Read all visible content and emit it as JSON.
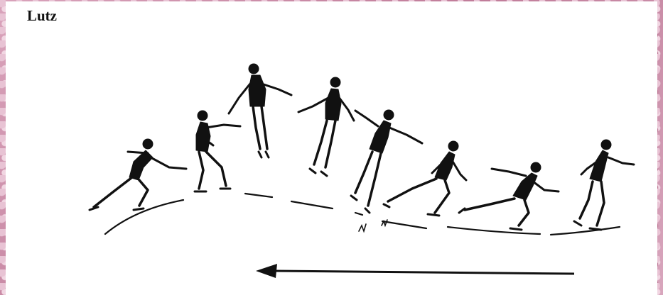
{
  "diagram": {
    "title": "Lutz",
    "ink_color": "#111111",
    "background_color": "#ffffff",
    "figure_count": 8,
    "direction_arrow": "right-to-left"
  }
}
